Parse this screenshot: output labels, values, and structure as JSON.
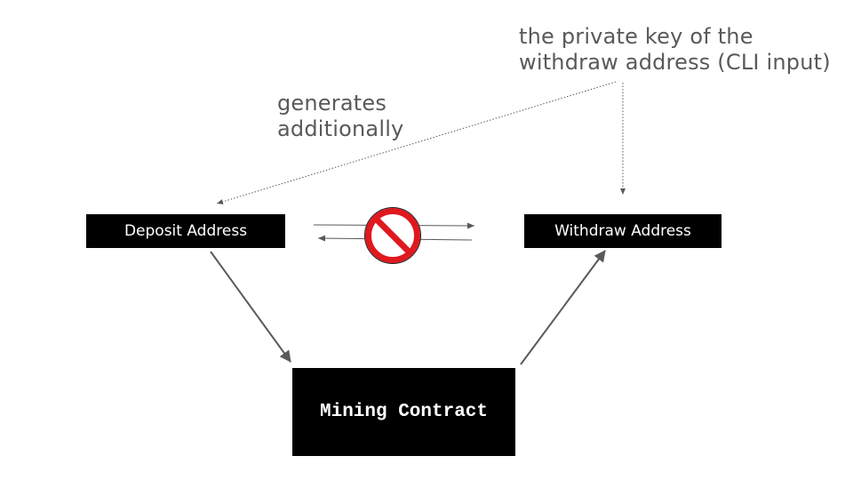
{
  "labels": {
    "private_key_line1": "the private key of the",
    "private_key_line2": "withdraw address (CLI input)",
    "generates_line1": "generates",
    "generates_line2": "additionally"
  },
  "nodes": {
    "deposit": "Deposit Address",
    "withdraw": "Withdraw Address",
    "mining": "Mining Contract"
  },
  "colors": {
    "box_fill": "#000000",
    "box_text": "#ffffff",
    "label_text": "#595959",
    "arrow": "#595959",
    "prohibited_red": "#e0181f"
  },
  "icons": {
    "blocked": "prohibited-icon"
  }
}
